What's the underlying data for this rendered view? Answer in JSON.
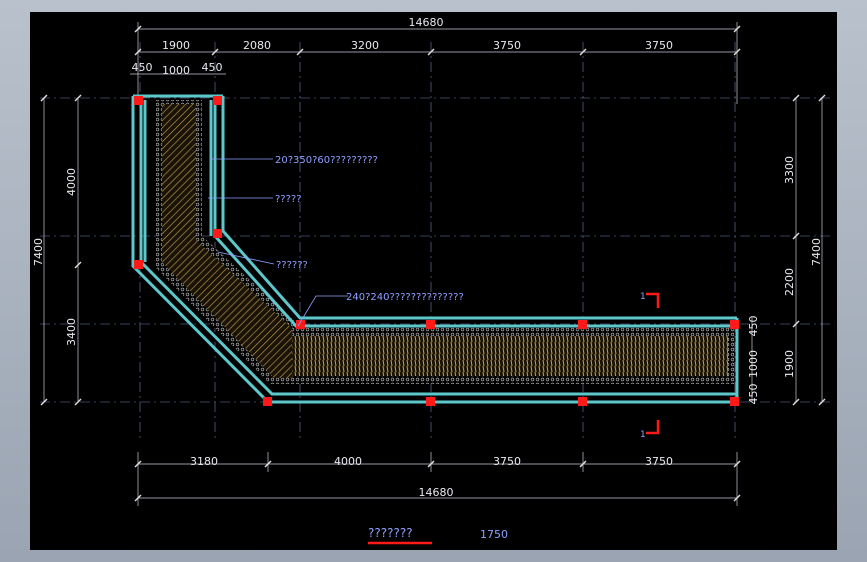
{
  "colors": {
    "background": "#000000",
    "wall": "#5cc8cc",
    "column": "#ff1a1a",
    "dimension": "#c8c8d8",
    "note": "#8fa0ff",
    "fill": "#c8a050"
  },
  "dimensions": {
    "top_total": "14680",
    "top_segments": [
      "1900",
      "2080",
      "3200",
      "3750",
      "3750"
    ],
    "top_sub": [
      "450",
      "1000",
      "450"
    ],
    "left_total": "7400",
    "left_segments": [
      "4000",
      "3400"
    ],
    "right_total": "7400",
    "right_segments": [
      "3300",
      "2200",
      "1900"
    ],
    "right_sub": [
      "450",
      "1000",
      "450"
    ],
    "bottom_segments": [
      "3180",
      "4000",
      "3750",
      "3750"
    ],
    "bottom_total": "14680"
  },
  "annotations": [
    "20?350?60?????????",
    "?????",
    "??????",
    "240?240??????????????"
  ],
  "section_marks": [
    "1",
    "1"
  ],
  "footer": {
    "title": "???????",
    "scale": "1750"
  }
}
